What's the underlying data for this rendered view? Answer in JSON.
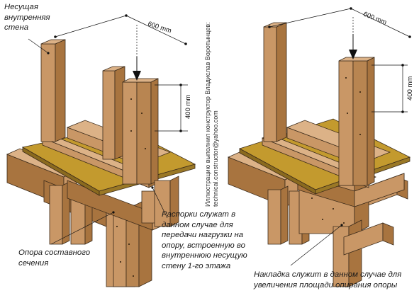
{
  "labels": {
    "bearing_wall": "Несущая\nвнутренняя\nстена",
    "composite_support": "Опора составного\nсечения",
    "struts_note": "Распорки служат в\nданном случае для\nпередачи нагрузки на\nопору, встроенную во\nвнутреннюю несущую\nстену 1-го этажа",
    "overlay_note": "Накладка служит в данном случае для\nувеличения площади опирания опоры"
  },
  "credit": "Иллюстрацию выполнил конструктор Владислав Воротынцев:\ntechnical.constructor@yahoo.com",
  "dimensions": {
    "spacing_left": "600 mm",
    "height_left": "400 mm",
    "spacing_right": "600 mm",
    "height_right": "400 mm"
  },
  "colors": {
    "wood_front": "#c99766",
    "wood_side": "#a8743f",
    "wood_top": "#dcb287",
    "subfloor_top": "#c39a2e",
    "subfloor_edge": "#8a6a1f",
    "line": "#3a2a1a"
  }
}
